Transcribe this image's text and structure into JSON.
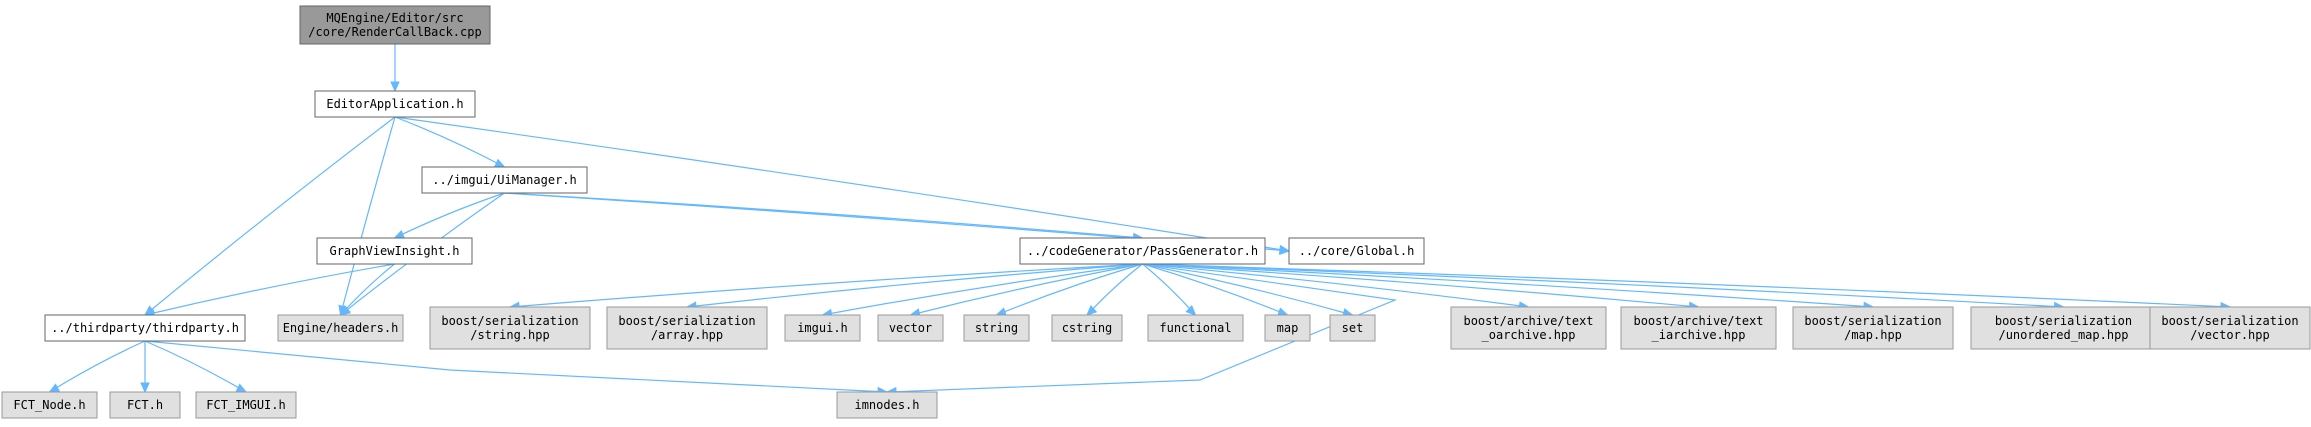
{
  "graph": {
    "edge_color": "#63b8ff",
    "node_styles": {
      "root": "#999999",
      "local": "#ffffff",
      "external": "#e0e0e0",
      "border": "#666666"
    },
    "nodes": [
      {
        "id": "root",
        "kind": "root",
        "lines": [
          "MQEngine/Editor/src",
          "/core/RenderCallBack.cpp"
        ]
      },
      {
        "id": "editorapp",
        "kind": "local",
        "lines": [
          "EditorApplication.h"
        ]
      },
      {
        "id": "uimanager",
        "kind": "local",
        "lines": [
          "../imgui/UiManager.h"
        ]
      },
      {
        "id": "global",
        "kind": "local",
        "lines": [
          "../core/Global.h"
        ]
      },
      {
        "id": "graphview",
        "kind": "local",
        "lines": [
          "GraphViewInsight.h"
        ]
      },
      {
        "id": "passgen",
        "kind": "local",
        "lines": [
          "../codeGenerator/PassGenerator.h"
        ]
      },
      {
        "id": "thirdparty",
        "kind": "local",
        "lines": [
          "../thirdparty/thirdparty.h"
        ]
      },
      {
        "id": "enginehdr",
        "kind": "external",
        "lines": [
          "Engine/headers.h"
        ]
      },
      {
        "id": "bs_string",
        "kind": "external",
        "lines": [
          "boost/serialization",
          "/string.hpp"
        ]
      },
      {
        "id": "bs_array",
        "kind": "external",
        "lines": [
          "boost/serialization",
          "/array.hpp"
        ]
      },
      {
        "id": "imgui",
        "kind": "external",
        "lines": [
          "imgui.h"
        ]
      },
      {
        "id": "vector",
        "kind": "external",
        "lines": [
          "vector"
        ]
      },
      {
        "id": "string",
        "kind": "external",
        "lines": [
          "string"
        ]
      },
      {
        "id": "cstring",
        "kind": "external",
        "lines": [
          "cstring"
        ]
      },
      {
        "id": "functional",
        "kind": "external",
        "lines": [
          "functional"
        ]
      },
      {
        "id": "map",
        "kind": "external",
        "lines": [
          "map"
        ]
      },
      {
        "id": "set",
        "kind": "external",
        "lines": [
          "set"
        ]
      },
      {
        "id": "ba_oarchive",
        "kind": "external",
        "lines": [
          "boost/archive/text",
          "_oarchive.hpp"
        ]
      },
      {
        "id": "ba_iarchive",
        "kind": "external",
        "lines": [
          "boost/archive/text",
          "_iarchive.hpp"
        ]
      },
      {
        "id": "bs_map",
        "kind": "external",
        "lines": [
          "boost/serialization",
          "/map.hpp"
        ]
      },
      {
        "id": "bs_umap",
        "kind": "external",
        "lines": [
          "boost/serialization",
          "/unordered_map.hpp"
        ]
      },
      {
        "id": "bs_vector",
        "kind": "external",
        "lines": [
          "boost/serialization",
          "/vector.hpp"
        ]
      },
      {
        "id": "fct_node",
        "kind": "external",
        "lines": [
          "FCT_Node.h"
        ]
      },
      {
        "id": "fct",
        "kind": "external",
        "lines": [
          "FCT.h"
        ]
      },
      {
        "id": "fct_imgui",
        "kind": "external",
        "lines": [
          "FCT_IMGUI.h"
        ]
      },
      {
        "id": "imnodes",
        "kind": "external",
        "lines": [
          "imnodes.h"
        ]
      }
    ],
    "edges": [
      [
        "root",
        "editorapp"
      ],
      [
        "editorapp",
        "uimanager"
      ],
      [
        "editorapp",
        "global"
      ],
      [
        "editorapp",
        "thirdparty"
      ],
      [
        "editorapp",
        "enginehdr"
      ],
      [
        "uimanager",
        "graphview"
      ],
      [
        "uimanager",
        "enginehdr"
      ],
      [
        "uimanager",
        "passgen"
      ],
      [
        "uimanager",
        "global"
      ],
      [
        "graphview",
        "thirdparty"
      ],
      [
        "graphview",
        "enginehdr"
      ],
      [
        "passgen",
        "bs_string"
      ],
      [
        "passgen",
        "bs_array"
      ],
      [
        "passgen",
        "imgui"
      ],
      [
        "passgen",
        "vector"
      ],
      [
        "passgen",
        "string"
      ],
      [
        "passgen",
        "cstring"
      ],
      [
        "passgen",
        "functional"
      ],
      [
        "passgen",
        "map"
      ],
      [
        "passgen",
        "set"
      ],
      [
        "passgen",
        "ba_oarchive"
      ],
      [
        "passgen",
        "ba_iarchive"
      ],
      [
        "passgen",
        "bs_map"
      ],
      [
        "passgen",
        "bs_umap"
      ],
      [
        "passgen",
        "bs_vector"
      ],
      [
        "passgen",
        "imnodes"
      ],
      [
        "thirdparty",
        "fct_node"
      ],
      [
        "thirdparty",
        "fct"
      ],
      [
        "thirdparty",
        "fct_imgui"
      ],
      [
        "thirdparty",
        "imnodes"
      ]
    ]
  }
}
